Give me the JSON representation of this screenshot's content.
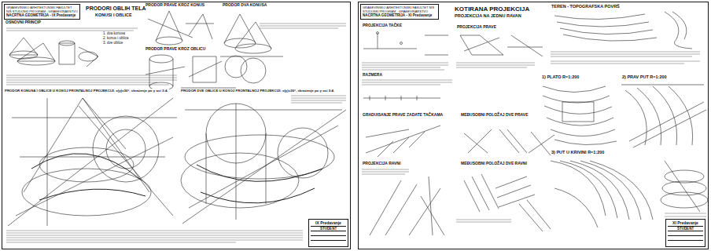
{
  "diagram": {
    "nodes": [
      {
        "text": [
          "PRODORI OBLIH TELA",
          "KONUSI I OBLICE"
        ]
      },
      {
        "text": [
          "GRAĐEVINSKO ARHITEKTONSKI FAKULTET NIŠ STUDIJSKI PROGRAM - GRAĐEVINARSTVO",
          "NACRTNA GEOMETRIJA - IX Predavanje"
        ],
        "in": 0
      },
      {
        "text": [
          "IX Predavanje",
          "STUDENT"
        ],
        "in": 0
      },
      {
        "text": [
          "KOTIRANA PROJEKCIJA",
          "PROJEKCIJA NA JEDNU RAVAN"
        ]
      },
      {
        "text": [
          "GRAĐEVINSKO ARHITEKTONSKI FAKULTET NIŠ STUDIJSKI PROGRAM - GRAĐEVINARSTVO",
          "NACRTNA GEOMETRIJA - XI Predavanje"
        ],
        "in": 3
      },
      {
        "text": [
          "XI Predavanje",
          "STUDENT"
        ],
        "in": 3
      }
    ],
    "labels": [
      "OSNOVNI PRINCIP",
      "PRODOR PRAVE KROZ KONUS",
      "PRODOR PRAVE KROZ OBLICU",
      "PRODOR DVA KONUSA",
      "1. dva konusa",
      "2. konus i oblica",
      "3. dve oblice",
      "PRODOR KONUSA I OBLICE U KOSOJ FRONTALNOJ PROJEKCIJI. x(y)=30°, skraćenje po y osi 3:4.",
      "PRODOR DVE OBLICE U KOSOJ FRONTALNOJ PROJEKCIJI. x(y)=30°, skraćenje po y osi 3:4.",
      "PROJEKCIJA TAČKE",
      "PROJEKCIJA PRAVE",
      "RAZMERA",
      "GRADUISANJE PRAVE ZADATE TAČKAMA",
      "MEĐUSOBNI POLOŽAJ DVE PRAVE",
      "PROJEKCIJA RAVNI",
      "MEĐUSOBNI POLOŽAJ DVE RAVNI",
      "TEREN - TOPOGRAFSKA POVRŠ",
      "1) PLATO R=1:200",
      "2) PRAV PUT R=1:200",
      "3) PUT U KRIVINI R=1:200"
    ]
  }
}
